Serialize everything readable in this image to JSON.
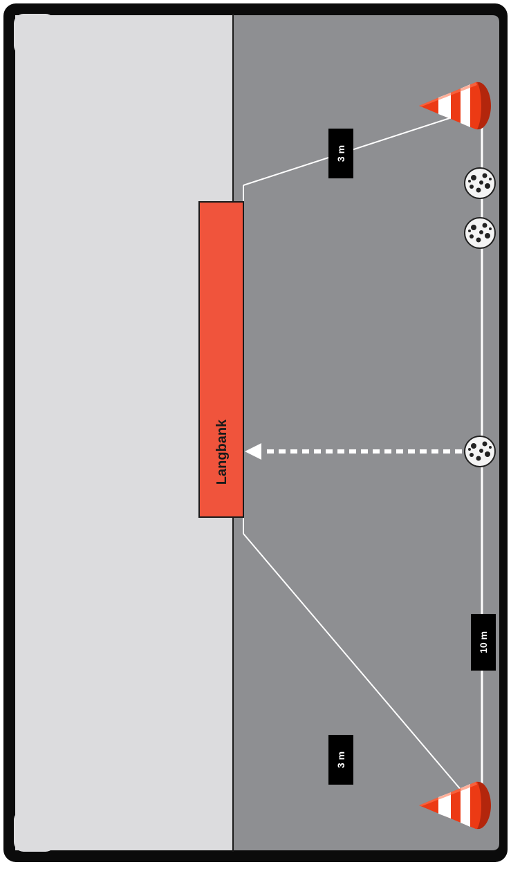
{
  "diagram": {
    "bench_label": "Langbank",
    "distance_top_label": "3 m",
    "distance_bottom_label": "3 m",
    "distance_line_label": "10 m",
    "balls_count": 3,
    "cones_count": 2
  },
  "colors": {
    "frame": "#0b0b0b",
    "light_zone": "#dcdcde",
    "court": "#8e8f92",
    "bench": "#f0543c",
    "lines": "#ffffff",
    "label_bg": "#000000",
    "cone_orange": "#ec3a14",
    "cone_stripe": "#ffffff"
  },
  "icons": {
    "cone": "traffic-cone-icon",
    "ball": "floorball-icon",
    "arrow": "dashed-arrow"
  }
}
